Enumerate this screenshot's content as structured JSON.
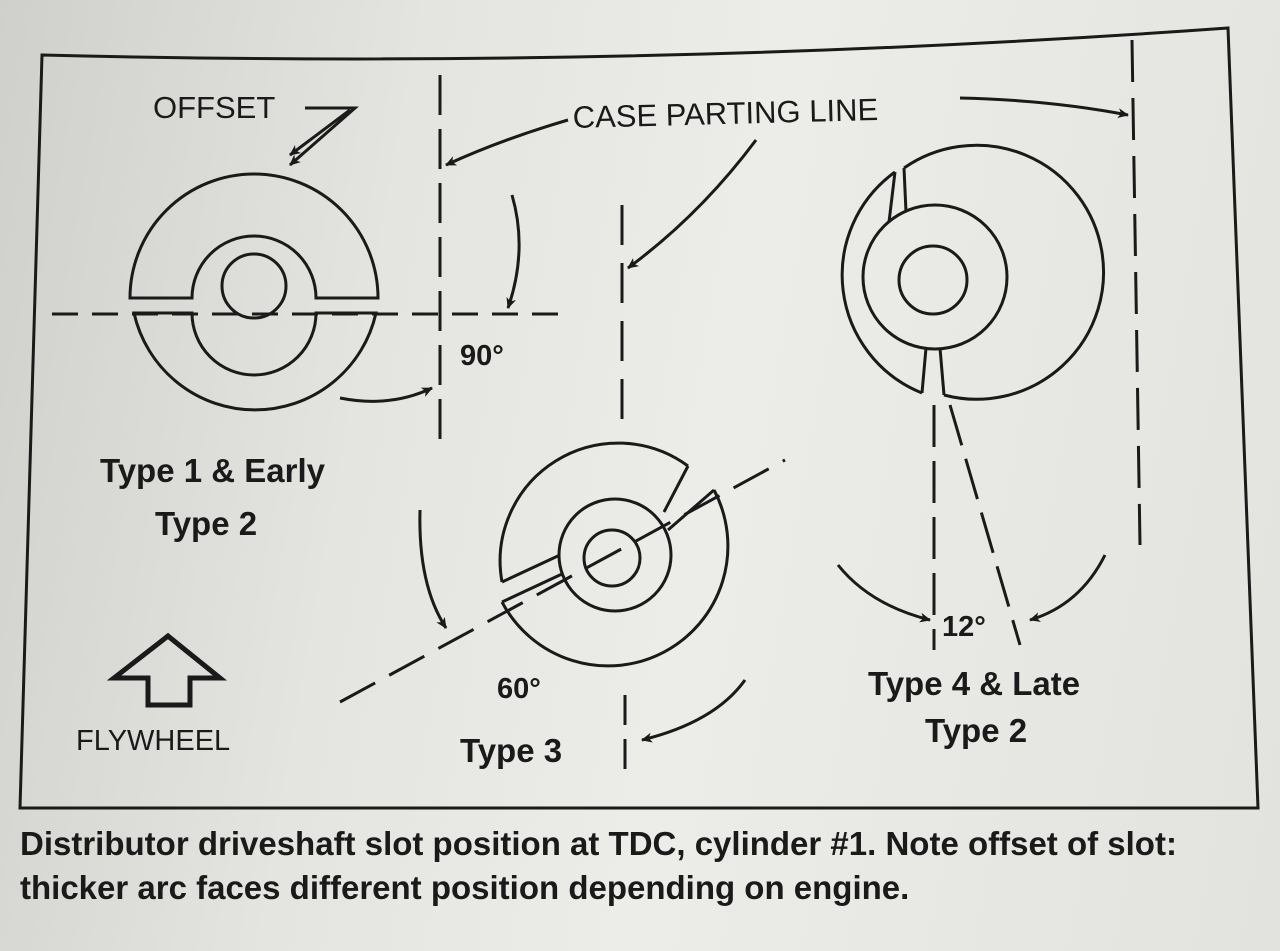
{
  "labels": {
    "offset": "OFFSET",
    "case_parting_line": "CASE PARTING LINE",
    "angle_90": "90°",
    "angle_60": "60°",
    "angle_12": "12°",
    "type1_line1": "Type 1 & Early",
    "type1_line2": "Type 2",
    "type3": "Type 3",
    "type4_line1": "Type 4 & Late",
    "type4_line2": "Type 2",
    "flywheel": "FLYWHEEL"
  },
  "caption": "Distributor driveshaft slot position at TDC, cylinder #1. Note offset of slot: thicker arc faces different position depending on engine.",
  "icons": {
    "flywheel_arrow": "up-arrow-outline-icon"
  },
  "colors": {
    "ink": "#1a1a1a",
    "paper": "#e8e8e4"
  }
}
